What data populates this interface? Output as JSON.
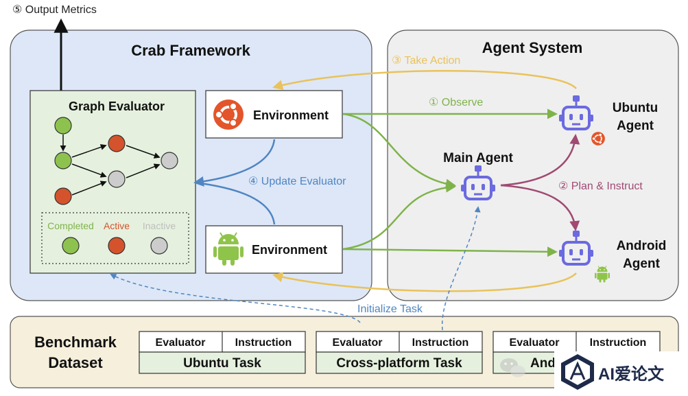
{
  "labels": {
    "output_metrics": "⑤ Output Metrics",
    "crab_framework": "Crab Framework",
    "agent_system": "Agent System",
    "take_action": "③ Take Action",
    "observe": "① Observe",
    "update_evaluator": "④ Update Evaluator",
    "plan_instruct": "② Plan & Instruct",
    "initialize_task": "Initialize Task"
  },
  "graph_evaluator": {
    "title": "Graph Evaluator",
    "legend": {
      "completed": "Completed",
      "active": "Active",
      "inactive": "Inactive"
    }
  },
  "environments": {
    "ubuntu": "Environment",
    "android": "Environment"
  },
  "agents": {
    "main_agent": "Main Agent",
    "ubuntu_agent_line1": "Ubuntu",
    "ubuntu_agent_line2": "Agent",
    "android_agent_line1": "Android",
    "android_agent_line2": "Agent"
  },
  "benchmark": {
    "title_line1": "Benchmark",
    "title_line2": "Dataset",
    "tasks": [
      {
        "evaluator": "Evaluator",
        "instruction": "Instruction",
        "name": "Ubuntu Task"
      },
      {
        "evaluator": "Evaluator",
        "instruction": "Instruction",
        "name": "Cross-platform Task"
      },
      {
        "evaluator": "Evaluator",
        "instruction": "Instruction",
        "name": "And"
      }
    ]
  },
  "watermark": "AI爱论文",
  "colors": {
    "framework_bg": "#dde7f7",
    "agent_bg": "#efefef",
    "evaluator_bg": "#e5f1de",
    "benchmark_bg": "#f6efdc",
    "green": "#7fb34a",
    "yellow": "#e9c25a",
    "blue": "#4f85c2",
    "purple": "#a04a72",
    "robot": "#6b6ae0",
    "node_completed": "#8ec24f",
    "node_active": "#d4532c",
    "node_inactive": "#cccccc"
  }
}
